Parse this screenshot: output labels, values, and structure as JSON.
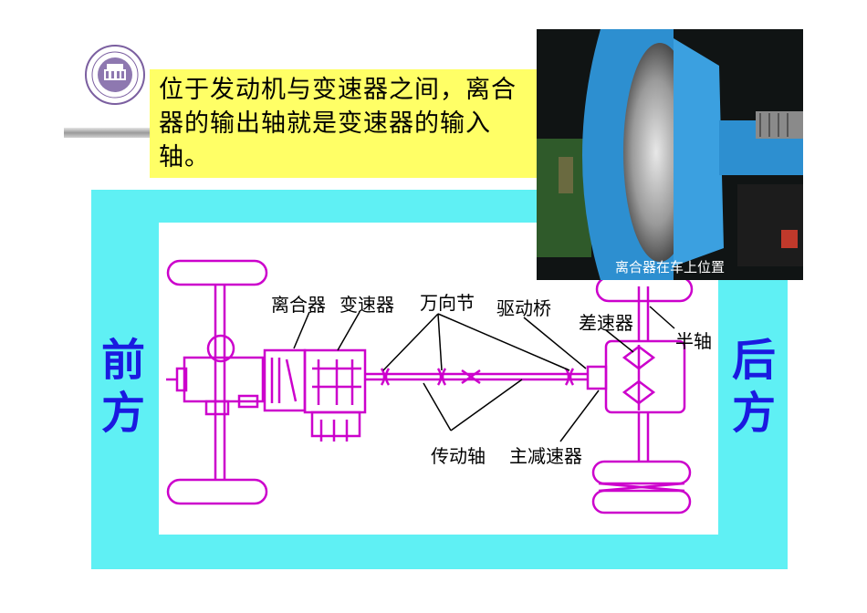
{
  "callout": {
    "text": "位于发动机与变速器之间，离合器的输出轴就是变速器的输入轴。"
  },
  "photo": {
    "caption": "离合器在车上位置"
  },
  "diagram": {
    "front_label": "前方",
    "rear_label": "后方",
    "labels": {
      "clutch": "离合器",
      "gearbox": "变速器",
      "universal_joint": "万向节",
      "drive_axle": "驱动桥",
      "differential": "差速器",
      "half_shaft": "半轴",
      "drive_shaft": "传动轴",
      "final_drive": "主减速器"
    }
  },
  "colors": {
    "panel": "#5ff0f4",
    "callout": "#ffff66",
    "diagram_line": "#cc00cc",
    "side_label": "#1a1ae0"
  },
  "icons": {
    "logo": "university-seal-icon"
  }
}
